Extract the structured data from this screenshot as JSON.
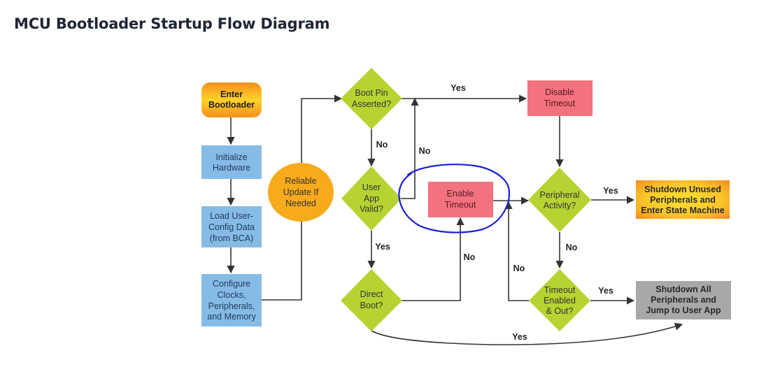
{
  "page": {
    "title": "MCU Bootloader Startup Flow Diagram"
  },
  "colors": {
    "orange_start": "#f7a21b",
    "orange_end": "#fdd22a",
    "blue_box": "#86bbe6",
    "blue_text": "#1f3a5c",
    "green_diamond": "#b6d332",
    "pink_box": "#f3727f",
    "gray_box": "#a8a8a8",
    "annotation": "#1a1fd6",
    "line": "#333333"
  },
  "nodes": {
    "enter_bootloader": {
      "lines": [
        "Enter",
        "Bootloader"
      ],
      "shape": "rounded-rect",
      "style": "orange"
    },
    "initialize_hardware": {
      "lines": [
        "Initialize",
        "Hardware"
      ],
      "shape": "rect",
      "style": "blue"
    },
    "load_user_config": {
      "lines": [
        "Load User-",
        "Config Data",
        "(from BCA)"
      ],
      "shape": "rect",
      "style": "blue"
    },
    "configure_clocks": {
      "lines": [
        "Configure",
        "Clocks,",
        "Peripherals,",
        "and Memory"
      ],
      "shape": "rect",
      "style": "blue"
    },
    "reliable_update": {
      "lines": [
        "Reliable",
        "Update If",
        "Needed"
      ],
      "shape": "ellipse",
      "style": "orange-solid"
    },
    "boot_pin_asserted": {
      "lines": [
        "Boot Pin",
        "Asserted?"
      ],
      "shape": "diamond",
      "style": "green"
    },
    "user_app_valid": {
      "lines": [
        "User",
        "App",
        "Valid?"
      ],
      "shape": "diamond",
      "style": "green"
    },
    "direct_boot": {
      "lines": [
        "Direct",
        "Boot?"
      ],
      "shape": "diamond",
      "style": "green"
    },
    "enable_timeout": {
      "lines": [
        "Enable",
        "Timeout"
      ],
      "shape": "rect",
      "style": "pink"
    },
    "disable_timeout": {
      "lines": [
        "Disable",
        "Timeout"
      ],
      "shape": "rect",
      "style": "pink"
    },
    "peripheral_activity": {
      "lines": [
        "Peripheral",
        "Activity?"
      ],
      "shape": "diamond",
      "style": "green"
    },
    "timeout_enabled_out": {
      "lines": [
        "Timeout",
        "Enabled",
        "& Out?"
      ],
      "shape": "diamond",
      "style": "green"
    },
    "shutdown_unused": {
      "lines": [
        "Shutdown Unused",
        "Peripherals and",
        "Enter State Machine"
      ],
      "shape": "rect",
      "style": "orange"
    },
    "shutdown_all": {
      "lines": [
        "Shutdown All",
        "Peripherals and",
        "Jump to User App"
      ],
      "shape": "rect",
      "style": "gray"
    }
  },
  "edges": [
    {
      "from": "enter_bootloader",
      "to": "initialize_hardware",
      "label": ""
    },
    {
      "from": "initialize_hardware",
      "to": "load_user_config",
      "label": ""
    },
    {
      "from": "load_user_config",
      "to": "configure_clocks",
      "label": ""
    },
    {
      "from": "configure_clocks",
      "to": "boot_pin_asserted",
      "label": ""
    },
    {
      "from": "boot_pin_asserted",
      "to": "disable_timeout",
      "label": "Yes"
    },
    {
      "from": "boot_pin_asserted",
      "to": "user_app_valid",
      "label": "No"
    },
    {
      "from": "user_app_valid",
      "to": "boot_pin_asserted",
      "label": "No"
    },
    {
      "from": "user_app_valid",
      "to": "direct_boot",
      "label": "Yes"
    },
    {
      "from": "direct_boot",
      "to": "enable_timeout",
      "label": "No"
    },
    {
      "from": "direct_boot",
      "to": "shutdown_all",
      "label": "Yes"
    },
    {
      "from": "enable_timeout",
      "to": "peripheral_activity",
      "label": ""
    },
    {
      "from": "disable_timeout",
      "to": "peripheral_activity",
      "label": ""
    },
    {
      "from": "peripheral_activity",
      "to": "shutdown_unused",
      "label": "Yes"
    },
    {
      "from": "peripheral_activity",
      "to": "timeout_enabled_out",
      "label": "No"
    },
    {
      "from": "timeout_enabled_out",
      "to": "peripheral_activity",
      "label": "No"
    },
    {
      "from": "timeout_enabled_out",
      "to": "shutdown_all",
      "label": "Yes"
    }
  ],
  "labels": {
    "yes": "Yes",
    "no": "No"
  },
  "annotation": {
    "type": "hand-drawn circle",
    "target": "enable_timeout"
  }
}
